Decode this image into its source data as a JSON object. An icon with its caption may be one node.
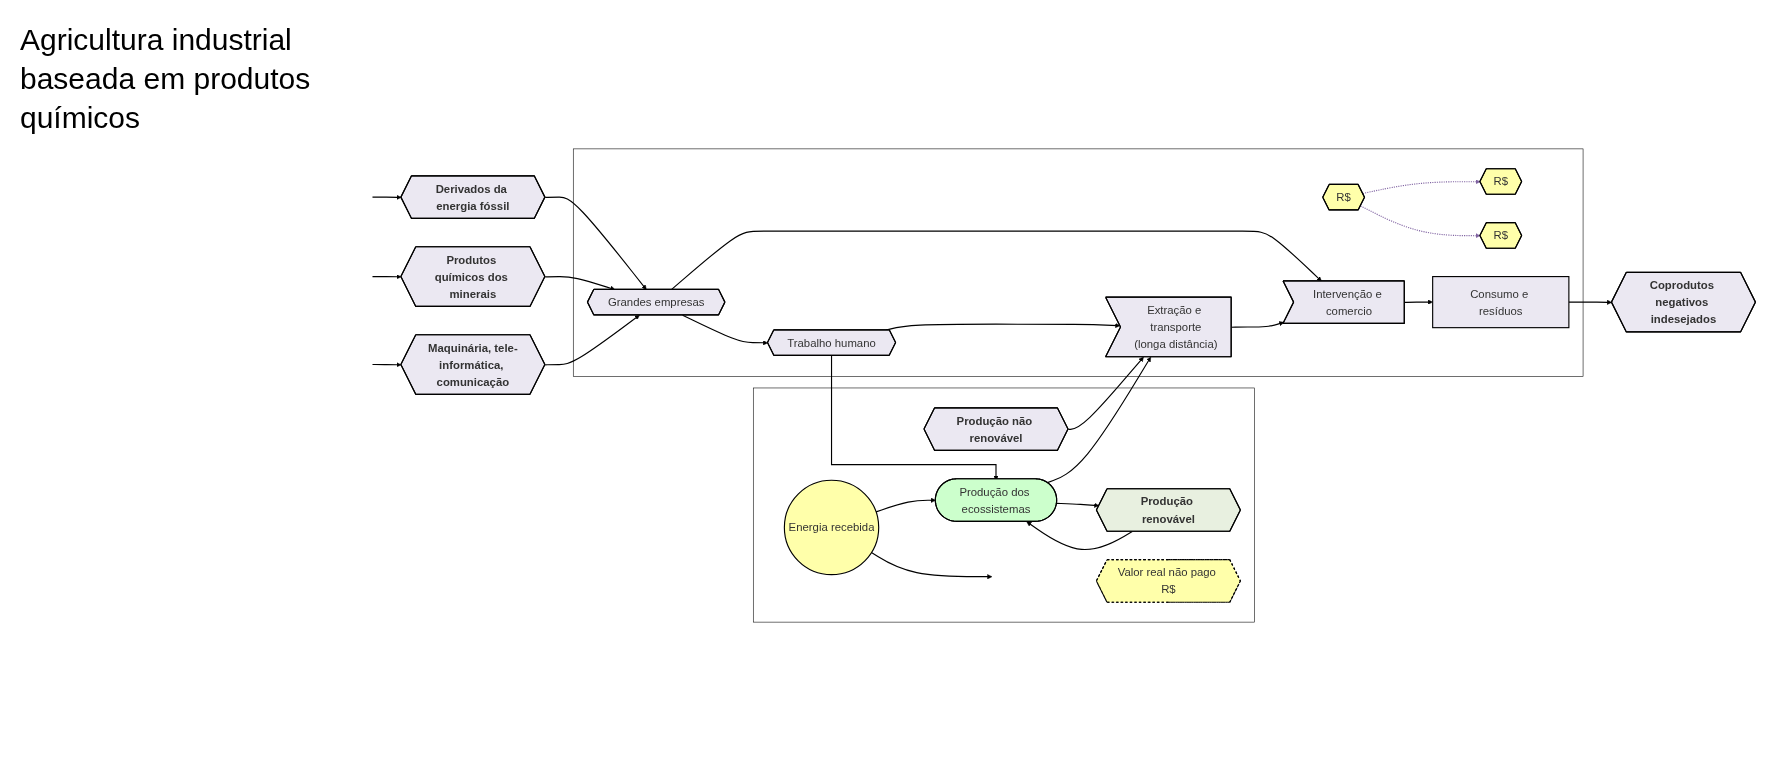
{
  "diagram": {
    "title": "Agricultura industrial baseada em produtos químicos",
    "nodes": [
      {
        "text": [],
        "shape": "box"
      },
      {
        "text": [
          "Valor real não pago R$"
        ],
        "in": 0
      },
      {
        "text": [
          "Produção não renovável"
        ],
        "in": 0
      },
      {
        "text": [
          "Produção renovável"
        ],
        "in": 0
      },
      {
        "text": [
          "Energia recebida"
        ],
        "in": 0
      },
      {
        "text": [
          "Produção dos ecossistemas"
        ],
        "in": 0
      },
      {
        "text": [
          "Derivados da energia fóssil"
        ]
      },
      {
        "text": [
          "Produtos químicos dos minerais"
        ]
      },
      {
        "text": [
          "Maquinária, tele-informática, comunicação"
        ]
      },
      {
        "text": [],
        "shape": "box"
      },
      {
        "text": [
          "Trabalho humano"
        ],
        "in": 9
      },
      {
        "text": [
          "R$"
        ],
        "in": 9
      },
      {
        "text": [
          "Grandes empresas"
        ],
        "in": 9
      },
      {
        "text": [
          "R$"
        ],
        "in": 9
      },
      {
        "text": [
          "R$"
        ],
        "in": 9
      },
      {
        "text": [
          "Extração e transporte",
          "(longa distância)"
        ],
        "in": 9
      },
      {
        "text": [
          "Intervenção e comercio"
        ],
        "in": 9
      },
      {
        "text": [
          "Consumo e resíduos"
        ],
        "in": 9
      },
      {
        "text": [
          "Coprodutos negativos indesejados"
        ]
      }
    ],
    "edges": [
      {
        "from": null,
        "to": 6,
        "arrow": "to"
      },
      {
        "from": null,
        "to": 7,
        "arrow": "to"
      },
      {
        "from": null,
        "to": 8,
        "arrow": "to"
      },
      {
        "from": 10,
        "to": 5,
        "arrow": "to"
      },
      {
        "from": 3,
        "to": 5,
        "arrow": "to"
      },
      {
        "from": 5,
        "to": 3,
        "arrow": "to"
      },
      {
        "from": 4,
        "to": 5,
        "arrow": "to"
      },
      {
        "from": 4,
        "to": null,
        "arrow": "to"
      },
      {
        "from": 2,
        "to": 15,
        "arrow": "to"
      },
      {
        "from": 5,
        "to": 15,
        "arrow": "to"
      },
      {
        "from": 12,
        "to": 10,
        "arrow": "to"
      },
      {
        "from": 6,
        "to": 12,
        "arrow": "to"
      },
      {
        "from": 7,
        "to": 12,
        "arrow": "to"
      },
      {
        "from": 8,
        "to": 12,
        "arrow": "to"
      },
      {
        "from": 10,
        "to": 15,
        "arrow": "to"
      },
      {
        "from": 12,
        "to": 16,
        "arrow": "to"
      },
      {
        "from": 15,
        "to": 16,
        "arrow": "to"
      },
      {
        "from": 16,
        "to": 17,
        "arrow": "to"
      },
      {
        "from": 17,
        "to": 18,
        "arrow": "to"
      },
      {
        "from": 14,
        "to": 11,
        "arrow": "to",
        "style": "dashed",
        "color": "#8064a2"
      },
      {
        "from": 14,
        "to": 13,
        "arrow": "to",
        "style": "dashed",
        "color": "#8064a2"
      }
    ]
  }
}
